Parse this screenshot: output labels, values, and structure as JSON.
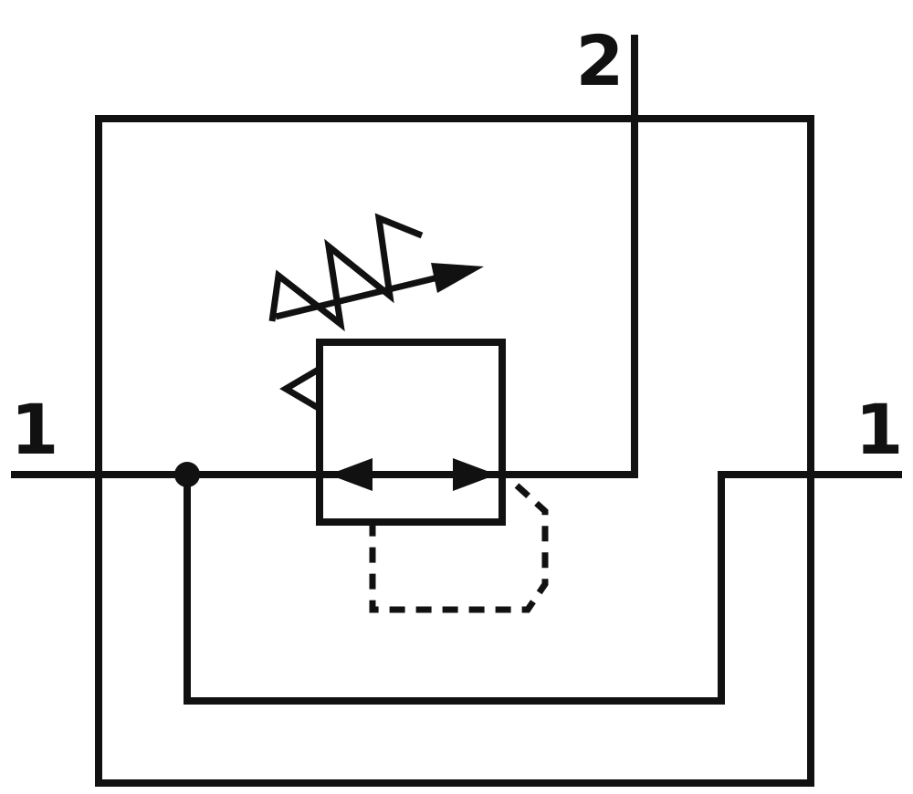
{
  "diagram": {
    "labels": {
      "port_left": "1",
      "port_right": "1",
      "port_top": "2"
    },
    "colors": {
      "line": "#111111",
      "background": "#ffffff"
    }
  }
}
